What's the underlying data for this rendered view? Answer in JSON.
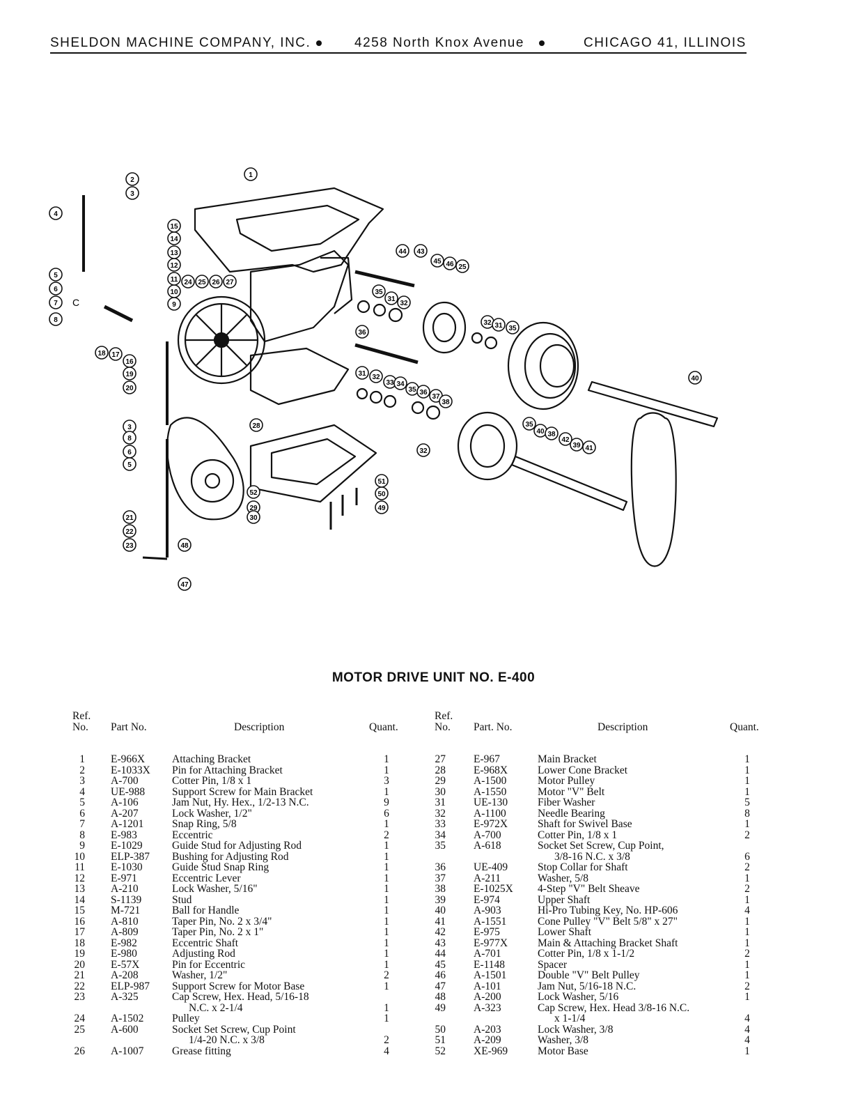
{
  "header": {
    "company": "SHELDON MACHINE COMPANY, INC.",
    "address": "4258 North Knox Avenue",
    "city": "CHICAGO 41, ILLINOIS"
  },
  "diagram": {
    "callouts": [
      "1",
      "2",
      "3",
      "4",
      "5",
      "6",
      "7",
      "8",
      "9",
      "10",
      "11",
      "12",
      "13",
      "14",
      "15",
      "16",
      "17",
      "18",
      "19",
      "20",
      "21",
      "22",
      "23",
      "24",
      "25",
      "26",
      "27",
      "28",
      "29",
      "30",
      "31",
      "32",
      "33",
      "34",
      "35",
      "36",
      "37",
      "38",
      "39",
      "40",
      "41",
      "42",
      "43",
      "44",
      "45",
      "46",
      "47",
      "48",
      "49",
      "50",
      "51",
      "52"
    ],
    "side_letter": "C"
  },
  "title": "MOTOR DRIVE UNIT NO. E-400",
  "columns": {
    "left": {
      "ref": "Ref.",
      "no": "No.",
      "part": "Part No.",
      "desc": "Description",
      "qty": "Quant."
    },
    "right": {
      "ref": "Ref.",
      "no": "No.",
      "part": "Part. No.",
      "desc": "Description",
      "qty": "Quant."
    }
  },
  "left_rows": [
    {
      "ref": "1",
      "part": "E-966X",
      "desc": "Attaching Bracket",
      "qty": "1"
    },
    {
      "ref": "2",
      "part": "E-1033X",
      "desc": "Pin for Attaching Bracket",
      "qty": "1"
    },
    {
      "ref": "3",
      "part": "A-700",
      "desc": "Cotter Pin, 1/8 x 1",
      "qty": "3"
    },
    {
      "ref": "4",
      "part": "UE-988",
      "desc": "Support Screw for Main Bracket",
      "qty": "1"
    },
    {
      "ref": "5",
      "part": "A-106",
      "desc": "Jam Nut, Hy. Hex., 1/2-13 N.C.",
      "qty": "9"
    },
    {
      "ref": "6",
      "part": "A-207",
      "desc": "Lock Washer, 1/2\"",
      "qty": "6"
    },
    {
      "ref": "7",
      "part": "A-1201",
      "desc": "Snap Ring, 5/8",
      "qty": "1"
    },
    {
      "ref": "8",
      "part": "E-983",
      "desc": "Eccentric",
      "qty": "2"
    },
    {
      "ref": "9",
      "part": "E-1029",
      "desc": "Guide Stud for Adjusting Rod",
      "qty": "1"
    },
    {
      "ref": "10",
      "part": "ELP-387",
      "desc": "Bushing for Adjusting Rod",
      "qty": "1"
    },
    {
      "ref": "11",
      "part": "E-1030",
      "desc": "Guide Stud Snap Ring",
      "qty": "1"
    },
    {
      "ref": "12",
      "part": "E-971",
      "desc": "Eccentric Lever",
      "qty": "1"
    },
    {
      "ref": "13",
      "part": "A-210",
      "desc": "Lock Washer, 5/16\"",
      "qty": "1"
    },
    {
      "ref": "14",
      "part": "S-1139",
      "desc": "Stud",
      "qty": "1"
    },
    {
      "ref": "15",
      "part": "M-721",
      "desc": "Ball for Handle",
      "qty": "1"
    },
    {
      "ref": "16",
      "part": "A-810",
      "desc": "Taper Pin, No. 2 x 3/4\"",
      "qty": "1"
    },
    {
      "ref": "17",
      "part": "A-809",
      "desc": "Taper Pin, No. 2 x 1\"",
      "qty": "1"
    },
    {
      "ref": "18",
      "part": "E-982",
      "desc": "Eccentric Shaft",
      "qty": "1"
    },
    {
      "ref": "19",
      "part": "E-980",
      "desc": "Adjusting Rod",
      "qty": "1"
    },
    {
      "ref": "20",
      "part": "E-57X",
      "desc": "Pin for Eccentric",
      "qty": "1"
    },
    {
      "ref": "21",
      "part": "A-208",
      "desc": "Washer, 1/2\"",
      "qty": "2"
    },
    {
      "ref": "22",
      "part": "ELP-987",
      "desc": "Support Screw for Motor Base",
      "qty": "1"
    },
    {
      "ref": "23",
      "part": "A-325",
      "desc": "Cap Screw, Hex. Head, 5/16-18",
      "desc2": "N.C. x 2-1/4",
      "qty": "1"
    },
    {
      "ref": "24",
      "part": "A-1502",
      "desc": "Pulley",
      "qty": "1"
    },
    {
      "ref": "25",
      "part": "A-600",
      "desc": "Socket Set Screw, Cup Point",
      "desc2": "1/4-20 N.C. x 3/8",
      "qty": "2"
    },
    {
      "ref": "26",
      "part": "A-1007",
      "desc": "Grease fitting",
      "qty": "4"
    }
  ],
  "right_rows": [
    {
      "ref": "27",
      "part": "E-967",
      "desc": "Main Bracket",
      "qty": "1"
    },
    {
      "ref": "28",
      "part": "E-968X",
      "desc": "Lower Cone Bracket",
      "qty": "1"
    },
    {
      "ref": "29",
      "part": "A-1500",
      "desc": "Motor Pulley",
      "qty": "1"
    },
    {
      "ref": "30",
      "part": "A-1550",
      "desc": "Motor \"V\" Belt",
      "qty": "1"
    },
    {
      "ref": "31",
      "part": "UE-130",
      "desc": "Fiber Washer",
      "qty": "5"
    },
    {
      "ref": "32",
      "part": "A-1100",
      "desc": "Needle Bearing",
      "qty": "8"
    },
    {
      "ref": "33",
      "part": "E-972X",
      "desc": "Shaft for Swivel Base",
      "qty": "1"
    },
    {
      "ref": "34",
      "part": "A-700",
      "desc": "Cotter Pin, 1/8 x 1",
      "qty": "2"
    },
    {
      "ref": "35",
      "part": "A-618",
      "desc": "Socket Set Screw, Cup Point,",
      "desc2": "3/8-16 N.C. x 3/8",
      "qty": "6"
    },
    {
      "ref": "36",
      "part": "UE-409",
      "desc": "Stop Collar for Shaft",
      "qty": "2"
    },
    {
      "ref": "37",
      "part": "A-211",
      "desc": "Washer, 5/8",
      "qty": "1"
    },
    {
      "ref": "38",
      "part": "E-1025X",
      "desc": "4-Step \"V\" Belt Sheave",
      "qty": "2"
    },
    {
      "ref": "39",
      "part": "E-974",
      "desc": "Upper Shaft",
      "qty": "1"
    },
    {
      "ref": "40",
      "part": "A-903",
      "desc": "Hi-Pro Tubing Key, No. HP-606",
      "qty": "4"
    },
    {
      "ref": "41",
      "part": "A-1551",
      "desc": "Cone Pulley \"V\" Belt 5/8\" x 27\"",
      "qty": "1"
    },
    {
      "ref": "42",
      "part": "E-975",
      "desc": "Lower Shaft",
      "qty": "1"
    },
    {
      "ref": "43",
      "part": "E-977X",
      "desc": "Main & Attaching Bracket Shaft",
      "qty": "1"
    },
    {
      "ref": "44",
      "part": "A-701",
      "desc": "Cotter Pin, 1/8 x 1-1/2",
      "qty": "2"
    },
    {
      "ref": "45",
      "part": "E-1148",
      "desc": "Spacer",
      "qty": "1"
    },
    {
      "ref": "46",
      "part": "A-1501",
      "desc": "Double \"V\" Belt Pulley",
      "qty": "1"
    },
    {
      "ref": "47",
      "part": "A-101",
      "desc": "Jam Nut, 5/16-18 N.C.",
      "qty": "2"
    },
    {
      "ref": "48",
      "part": "A-200",
      "desc": "Lock Washer, 5/16",
      "qty": "1"
    },
    {
      "ref": "49",
      "part": "A-323",
      "desc": "Cap Screw, Hex. Head 3/8-16 N.C.",
      "desc2": "x 1-1/4",
      "qty": "4"
    },
    {
      "ref": "50",
      "part": "A-203",
      "desc": "Lock Washer, 3/8",
      "qty": "4"
    },
    {
      "ref": "51",
      "part": "A-209",
      "desc": "Washer, 3/8",
      "qty": "4"
    },
    {
      "ref": "52",
      "part": "XE-969",
      "desc": "Motor Base",
      "qty": "1"
    }
  ]
}
